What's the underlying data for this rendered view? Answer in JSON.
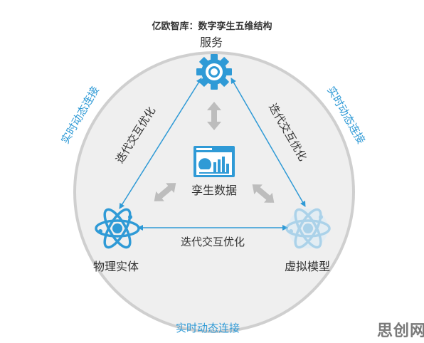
{
  "title": "亿欧智库：数字孪生五维结构",
  "nodes": {
    "service": "服务",
    "physical": "物理实体",
    "virtual": "虚拟模型",
    "center": "孪生数据"
  },
  "edges": {
    "left": "迭代交互优化",
    "right": "迭代交互优化",
    "bottom": "迭代交互优化"
  },
  "outer": {
    "top_left": "实时动态连接",
    "top_right": "实时动态连接",
    "bottom": "实时动态连接"
  },
  "watermark": "思创网",
  "colors": {
    "accent": "#2f9ad6",
    "circle_fill": "#efefef",
    "circle_stroke": "#cfcfcf",
    "arrow_gray": "#bdbdbd"
  },
  "icons": {
    "service": "gear-icon",
    "physical": "atom-icon",
    "virtual": "atom-icon-faded",
    "center": "dashboard-icon"
  }
}
